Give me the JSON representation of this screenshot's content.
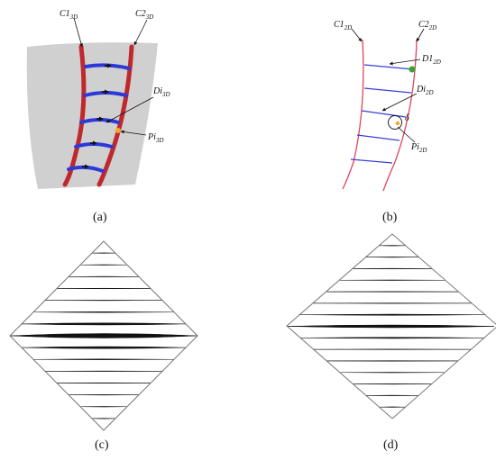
{
  "panels": {
    "a": {
      "caption": "(a)",
      "labels": {
        "c1": "C1",
        "c1_sub": "3D",
        "c2": "C2",
        "c2_sub": "3D",
        "di": "Di",
        "di_sub": "3D",
        "pi": "Pi",
        "pi_sub": "3D"
      },
      "colors": {
        "surface": "#d0d0d0",
        "curve": "#c0282d",
        "rung": "#2b39d8",
        "point": "#f5a623",
        "arrow": "#111111"
      }
    },
    "b": {
      "caption": "(b)",
      "labels": {
        "c1": "C1",
        "c1_sub": "2D",
        "c2": "C2",
        "c2_sub": "2D",
        "d1": "D1",
        "d1_sub": "2D",
        "di": "Di",
        "di_sub": "2D",
        "pi": "Pi",
        "pi_sub": "2D",
        "delta": "δ"
      },
      "colors": {
        "curve": "#e0455a",
        "rung": "#3a3fd8",
        "point_green": "#2fa52f",
        "point_orange": "#f5a623"
      }
    },
    "c": {
      "caption": "(c)"
    },
    "d": {
      "caption": "(d)"
    }
  }
}
